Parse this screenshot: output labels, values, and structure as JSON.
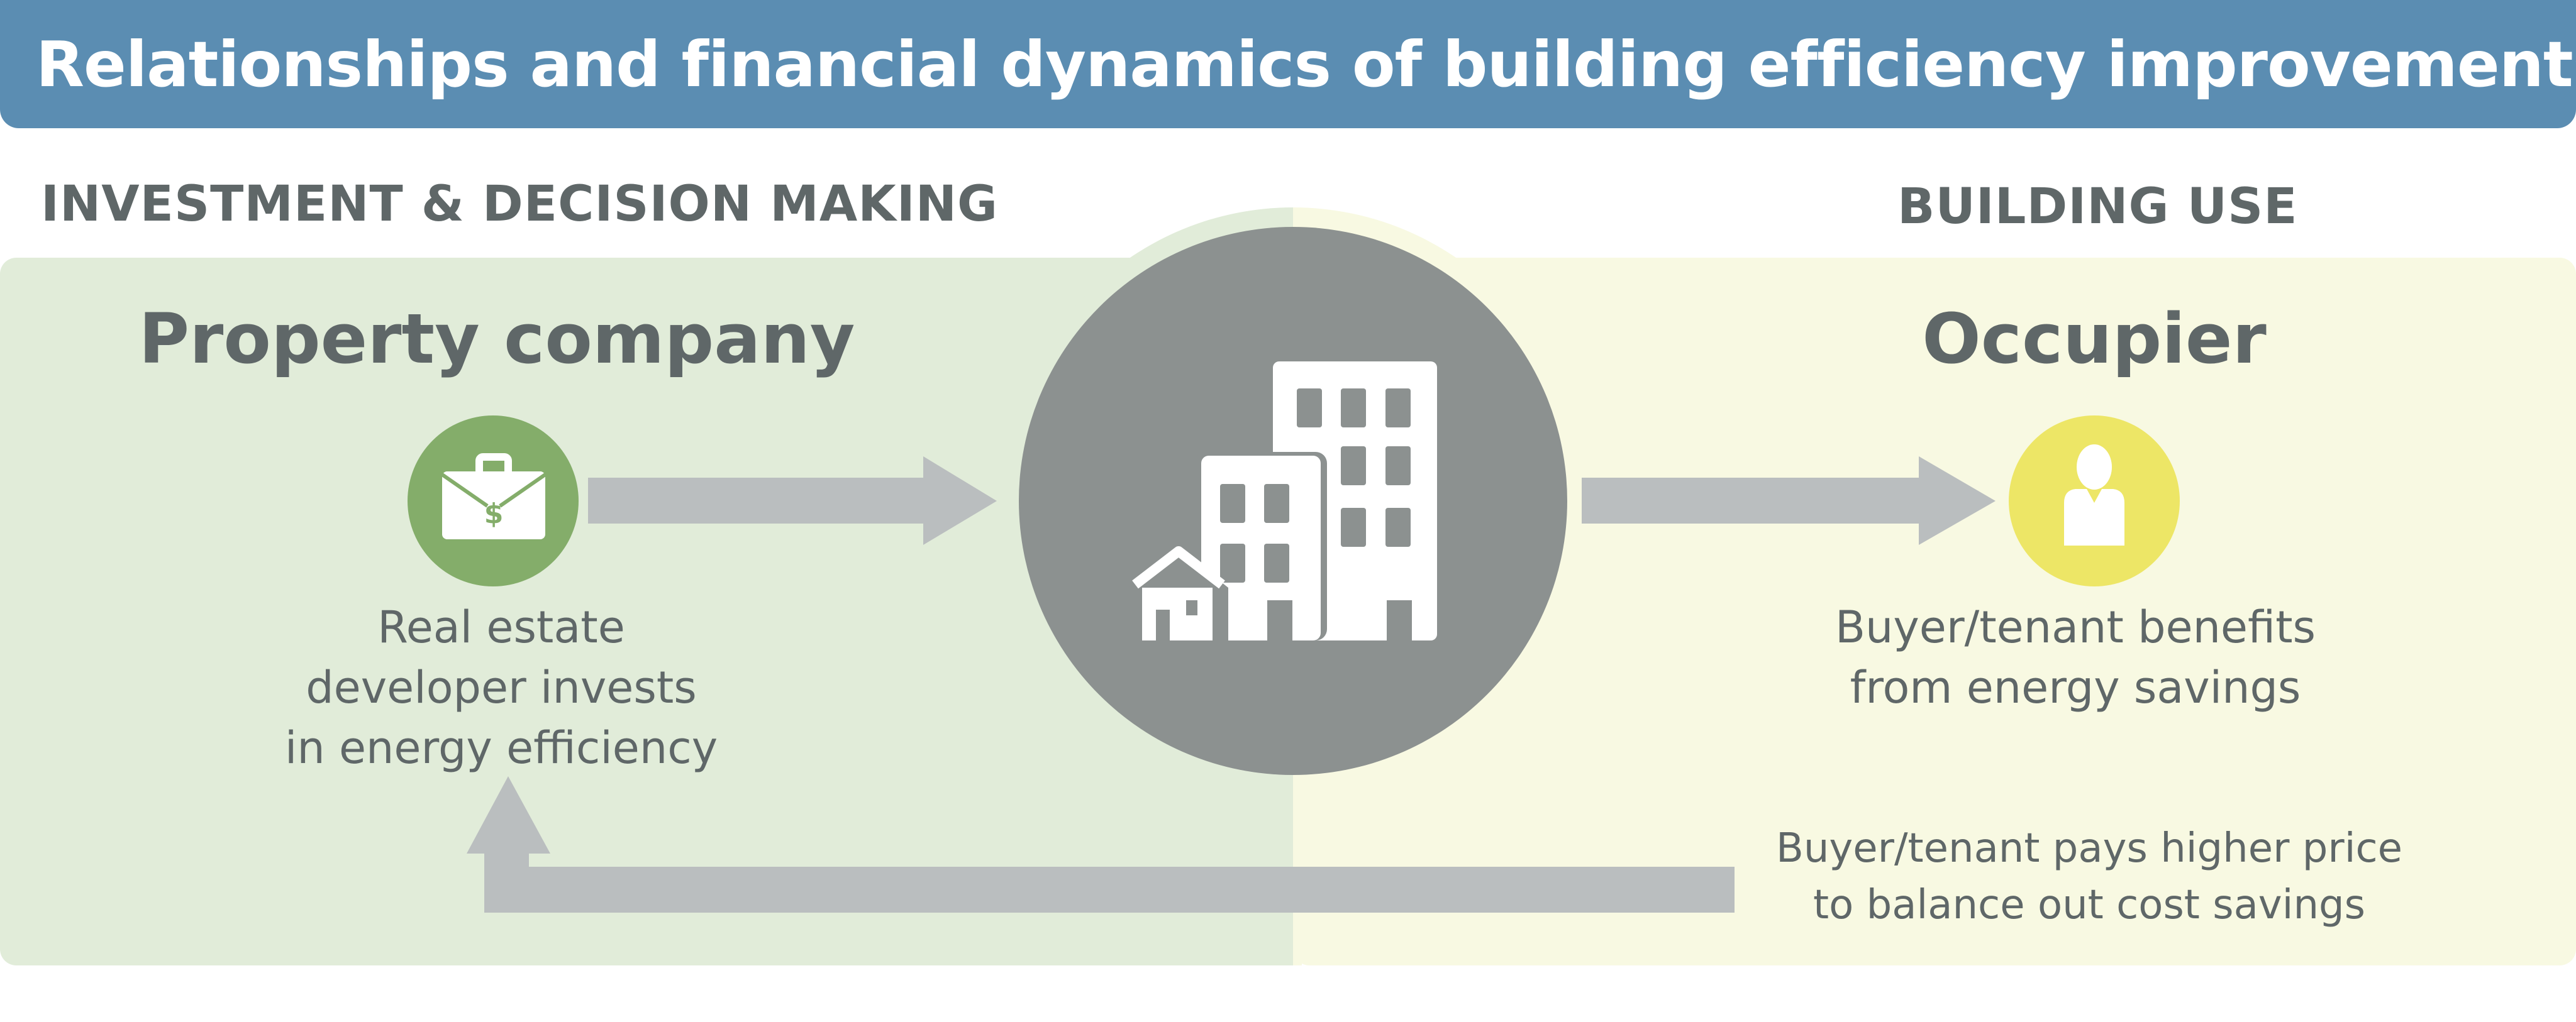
{
  "title": "Relationships and financial dynamics of building efficiency improvements",
  "left_panel": {
    "section_label": "INVESTMENT & DECISION MAKING",
    "heading": "Property company",
    "icon": "briefcase-dollar-icon",
    "description_lines": [
      "Real estate",
      "developer invests",
      "in energy efficiency"
    ]
  },
  "center": {
    "icon": "buildings-icon"
  },
  "right_panel": {
    "section_label": "BUILDING USE",
    "heading": "Occupier",
    "icon": "person-icon",
    "description_lines": [
      "Buyer/tenant benefits",
      "from energy savings"
    ]
  },
  "feedback": {
    "lines": [
      "Buyer/tenant pays higher price",
      "to balance out cost savings"
    ]
  },
  "colors": {
    "title_bar": "#5b8db2",
    "left_bg": "#e1ecd9",
    "right_bg": "#f8f9e2",
    "center_circle": "#8c9190",
    "arrow": "#babebf",
    "green_icon": "#84ad6a",
    "yellow_icon": "#ede666",
    "text": "#5f6768"
  }
}
